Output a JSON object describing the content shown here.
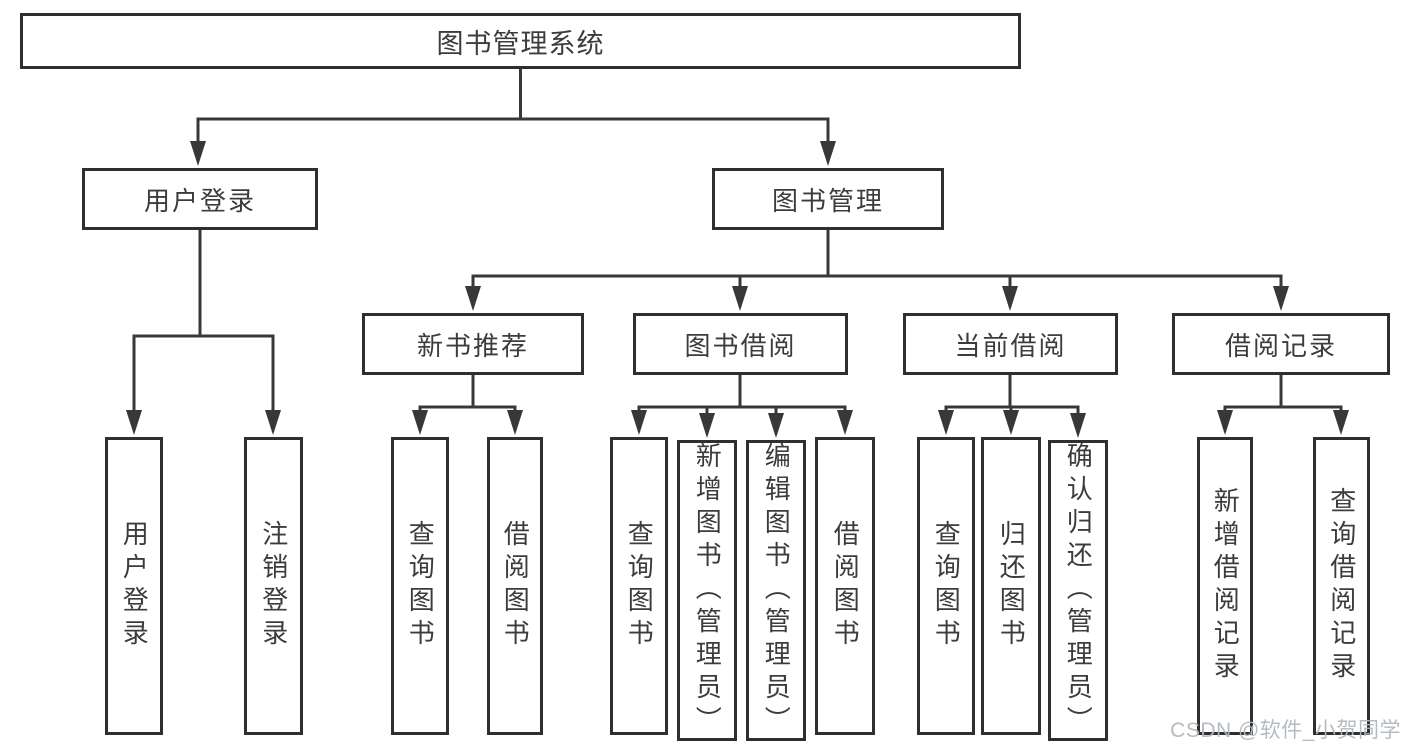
{
  "diagram": {
    "title": "图书管理系统",
    "modules": [
      {
        "label": "用户登录",
        "children": [
          {
            "label": "用户登录"
          },
          {
            "label": "注销登录"
          }
        ]
      },
      {
        "label": "图书管理",
        "sections": [
          {
            "label": "新书推荐",
            "children": [
              {
                "label": "查询图书"
              },
              {
                "label": "借阅图书"
              }
            ]
          },
          {
            "label": "图书借阅",
            "children": [
              {
                "label": "查询图书"
              },
              {
                "label": "新增图书（管理员）"
              },
              {
                "label": "编辑图书（管理员）"
              },
              {
                "label": "借阅图书"
              }
            ]
          },
          {
            "label": "当前借阅",
            "children": [
              {
                "label": "查询图书"
              },
              {
                "label": "归还图书"
              },
              {
                "label": "确认归还（管理员）"
              }
            ]
          },
          {
            "label": "借阅记录",
            "children": [
              {
                "label": "新增借阅记录"
              },
              {
                "label": "查询借阅记录"
              }
            ]
          }
        ]
      }
    ],
    "line_color": "#383838",
    "border_color": "#2f2f2f",
    "text_color": "#3c3c3c",
    "watermark_color": "#b2b7bf"
  },
  "watermark": {
    "text": "CSDN @软件_小贺同学"
  }
}
